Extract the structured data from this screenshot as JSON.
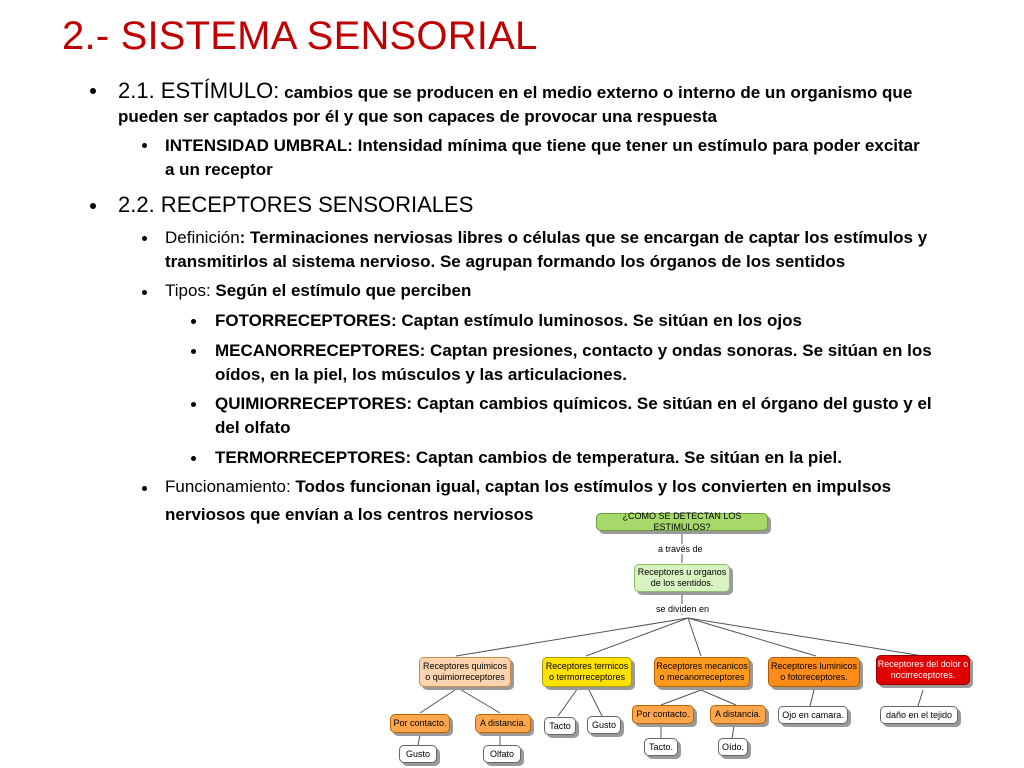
{
  "slide": {
    "title": "2.- SISTEMA SENSORIAL",
    "s21": {
      "heading": "2.1. ESTÍMULO:",
      "text": " cambios que se producen en el medio externo o interno de un organismo que",
      "text2": "pueden ser captados por él y que son capaces de provocar una respuesta"
    },
    "umbral": {
      "line1": "INTENSIDAD UMBRAL: Intensidad mínima que tiene que tener un estímulo para poder excitar",
      "line2": "a un receptor"
    },
    "s22": {
      "heading": "2.2. RECEPTORES SENSORIALES"
    },
    "definicion": {
      "label": "Definición",
      "line1": ": Terminaciones nerviosas libres o células que se encargan de captar los estímulos y",
      "line2": "transmitirlos al sistema nervioso. Se agrupan formando los órganos de los sentidos"
    },
    "tipos": {
      "label": "Tipos: ",
      "text": "Según el estímulo que perciben"
    },
    "foto": {
      "line1": "FOTORRECEPTORES: Captan estímulo luminosos. Se sitúan en los ojos"
    },
    "mecano": {
      "line1": "MECANORRECEPTORES: Captan presiones, contacto y ondas sonoras. Se sitúan en los",
      "line2": "oídos, en la piel, los músculos y las articulaciones."
    },
    "quimio": {
      "line1": "QUIMIORRECEPTORES: Captan cambios químicos. Se sitúan en el órgano del gusto y el",
      "line2": "del olfato"
    },
    "termo": {
      "line1": "TERMORRECEPTORES: Captan cambios de temperatura. Se sitúan en la piel."
    },
    "funcion": {
      "label": "Funcionamiento: ",
      "line1": "Todos funcionan igual, captan los estímulos y los convierten en impulsos",
      "line2": "nerviosos que envían a los centros nerviosos"
    }
  },
  "concept_map": {
    "root": "¿COMO SE DETECTAN LOS ESTIMULOS?",
    "link1": "a través de",
    "mid": "Receptores u organos de los sentidos.",
    "link2": "se dividen en",
    "types": {
      "quimicos": "Receptores quimicos o quimiorreceptores",
      "termicos": "Receptores termicos o termorreceptores",
      "mecanicos": "Receptores mecanicos o mecanorreceptores",
      "luminicos": "Receptores luminicos o fotoreceptores.",
      "dolor": "Receptores del dolor o nocirreceptores."
    },
    "sub": {
      "por_contacto_q": "Por contacto.",
      "a_distancia_q": "A distancia.",
      "gusto": "Gusto",
      "olfato": "Olfato",
      "tacto_t": "Tacto",
      "gusto_t": "Gusto",
      "por_contacto_m": "Por contacto.",
      "a_distancia_m": "A distancia.",
      "tacto_m": "Tacto.",
      "oido": "Oído.",
      "ojo": "Ojo en camara.",
      "dano": "daño en el tejido"
    },
    "colors": {
      "root": "#a6d96a",
      "mid": "#d9f2c2",
      "quimico": "#fcd5b0",
      "termico": "#ffe100",
      "mecanico": "#ff9a1f",
      "luminico": "#ff8c1a",
      "dolor": "#e00000",
      "contacto": "#ffa64d",
      "distancia": "#ffa64d",
      "white": "#ffffff"
    }
  }
}
